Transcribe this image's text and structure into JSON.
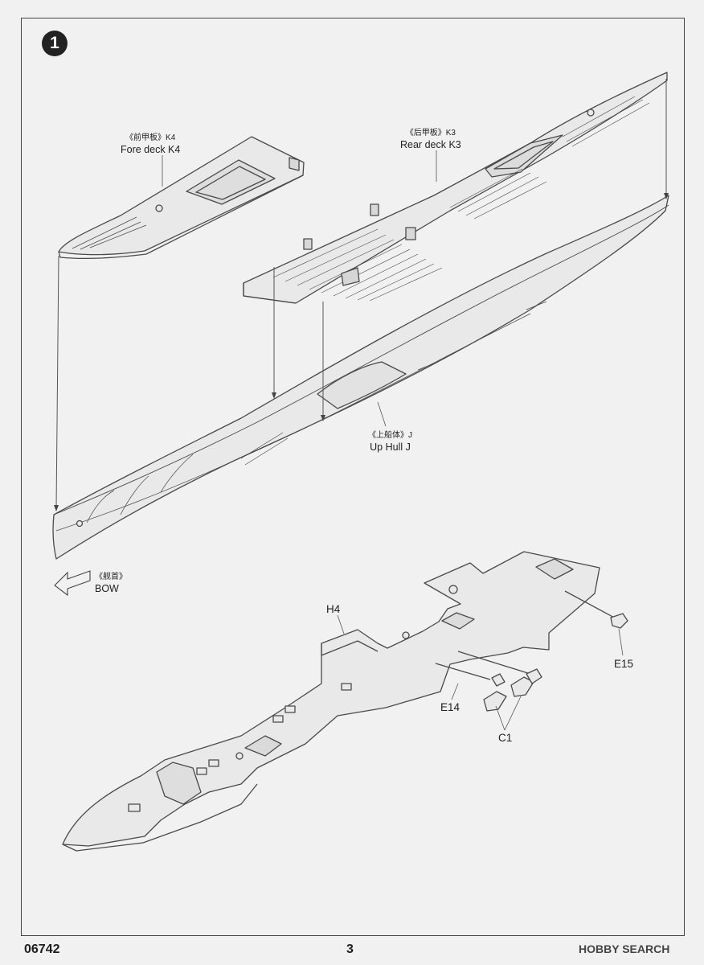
{
  "step": {
    "number": "1"
  },
  "labels": {
    "fore_deck": {
      "cn": "《前甲板》K4",
      "en": "Fore deck K4"
    },
    "rear_deck": {
      "cn": "《后甲板》K3",
      "en": "Rear deck K3"
    },
    "up_hull": {
      "cn": "《上船体》J",
      "en": "Up Hull J"
    },
    "bow": {
      "cn": "《舰首》",
      "en": "BOW"
    }
  },
  "parts": {
    "h4": "H4",
    "e15": "E15",
    "e14": "E14",
    "c1": "C1"
  },
  "footer": {
    "product_code": "06742",
    "page_number": "3",
    "brand": "HOBBY SEARCH"
  }
}
